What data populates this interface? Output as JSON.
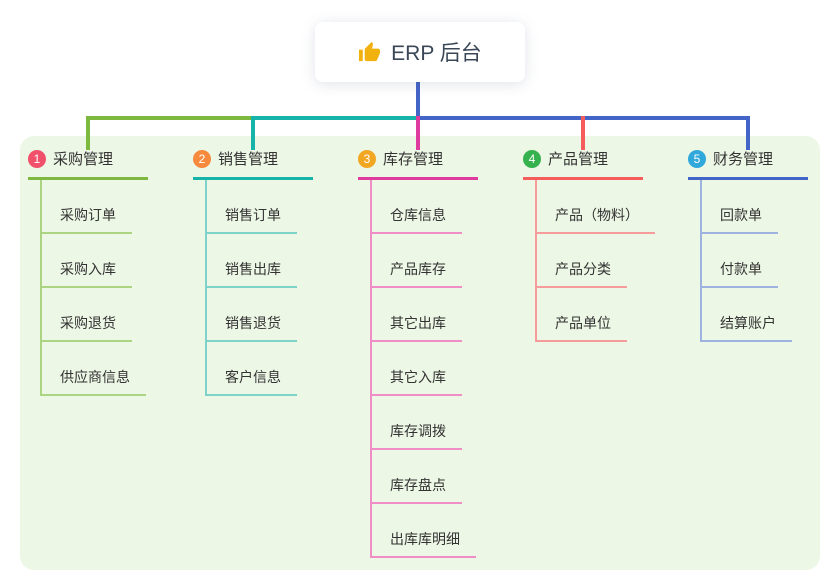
{
  "root": {
    "label": "ERP 后台",
    "icon": "thumbs-up-icon",
    "icon_color": "#f1b10f"
  },
  "colors": {
    "connector_blue": "#4465c8",
    "panel_background": "#edf7e6",
    "text": "#333333"
  },
  "branches": [
    {
      "number": "1",
      "label": "采购管理",
      "badge_color": "#f0506a",
      "line_color": "#7cb93e",
      "child_line_color": "#abd583",
      "children": [
        "采购订单",
        "采购入库",
        "采购退货",
        "供应商信息"
      ]
    },
    {
      "number": "2",
      "label": "销售管理",
      "badge_color": "#f78a3c",
      "line_color": "#16b3a8",
      "child_line_color": "#7fd2c9",
      "children": [
        "销售订单",
        "销售出库",
        "销售退货",
        "客户信息"
      ]
    },
    {
      "number": "3",
      "label": "库存管理",
      "badge_color": "#f2a723",
      "line_color": "#df3a9e",
      "child_line_color": "#ef8fc6",
      "children": [
        "仓库信息",
        "产品库存",
        "其它出库",
        "其它入库",
        "库存调拨",
        "库存盘点",
        "出库库明细"
      ]
    },
    {
      "number": "4",
      "label": "产品管理",
      "badge_color": "#35b14e",
      "line_color": "#f65c5c",
      "child_line_color": "#f89b9b",
      "children": [
        "产品（物料）",
        "产品分类",
        "产品单位"
      ]
    },
    {
      "number": "5",
      "label": "财务管理",
      "badge_color": "#30a8dc",
      "line_color": "#4465c8",
      "child_line_color": "#9fb3e0",
      "children": [
        "回款单",
        "付款单",
        "结算账户"
      ]
    }
  ]
}
